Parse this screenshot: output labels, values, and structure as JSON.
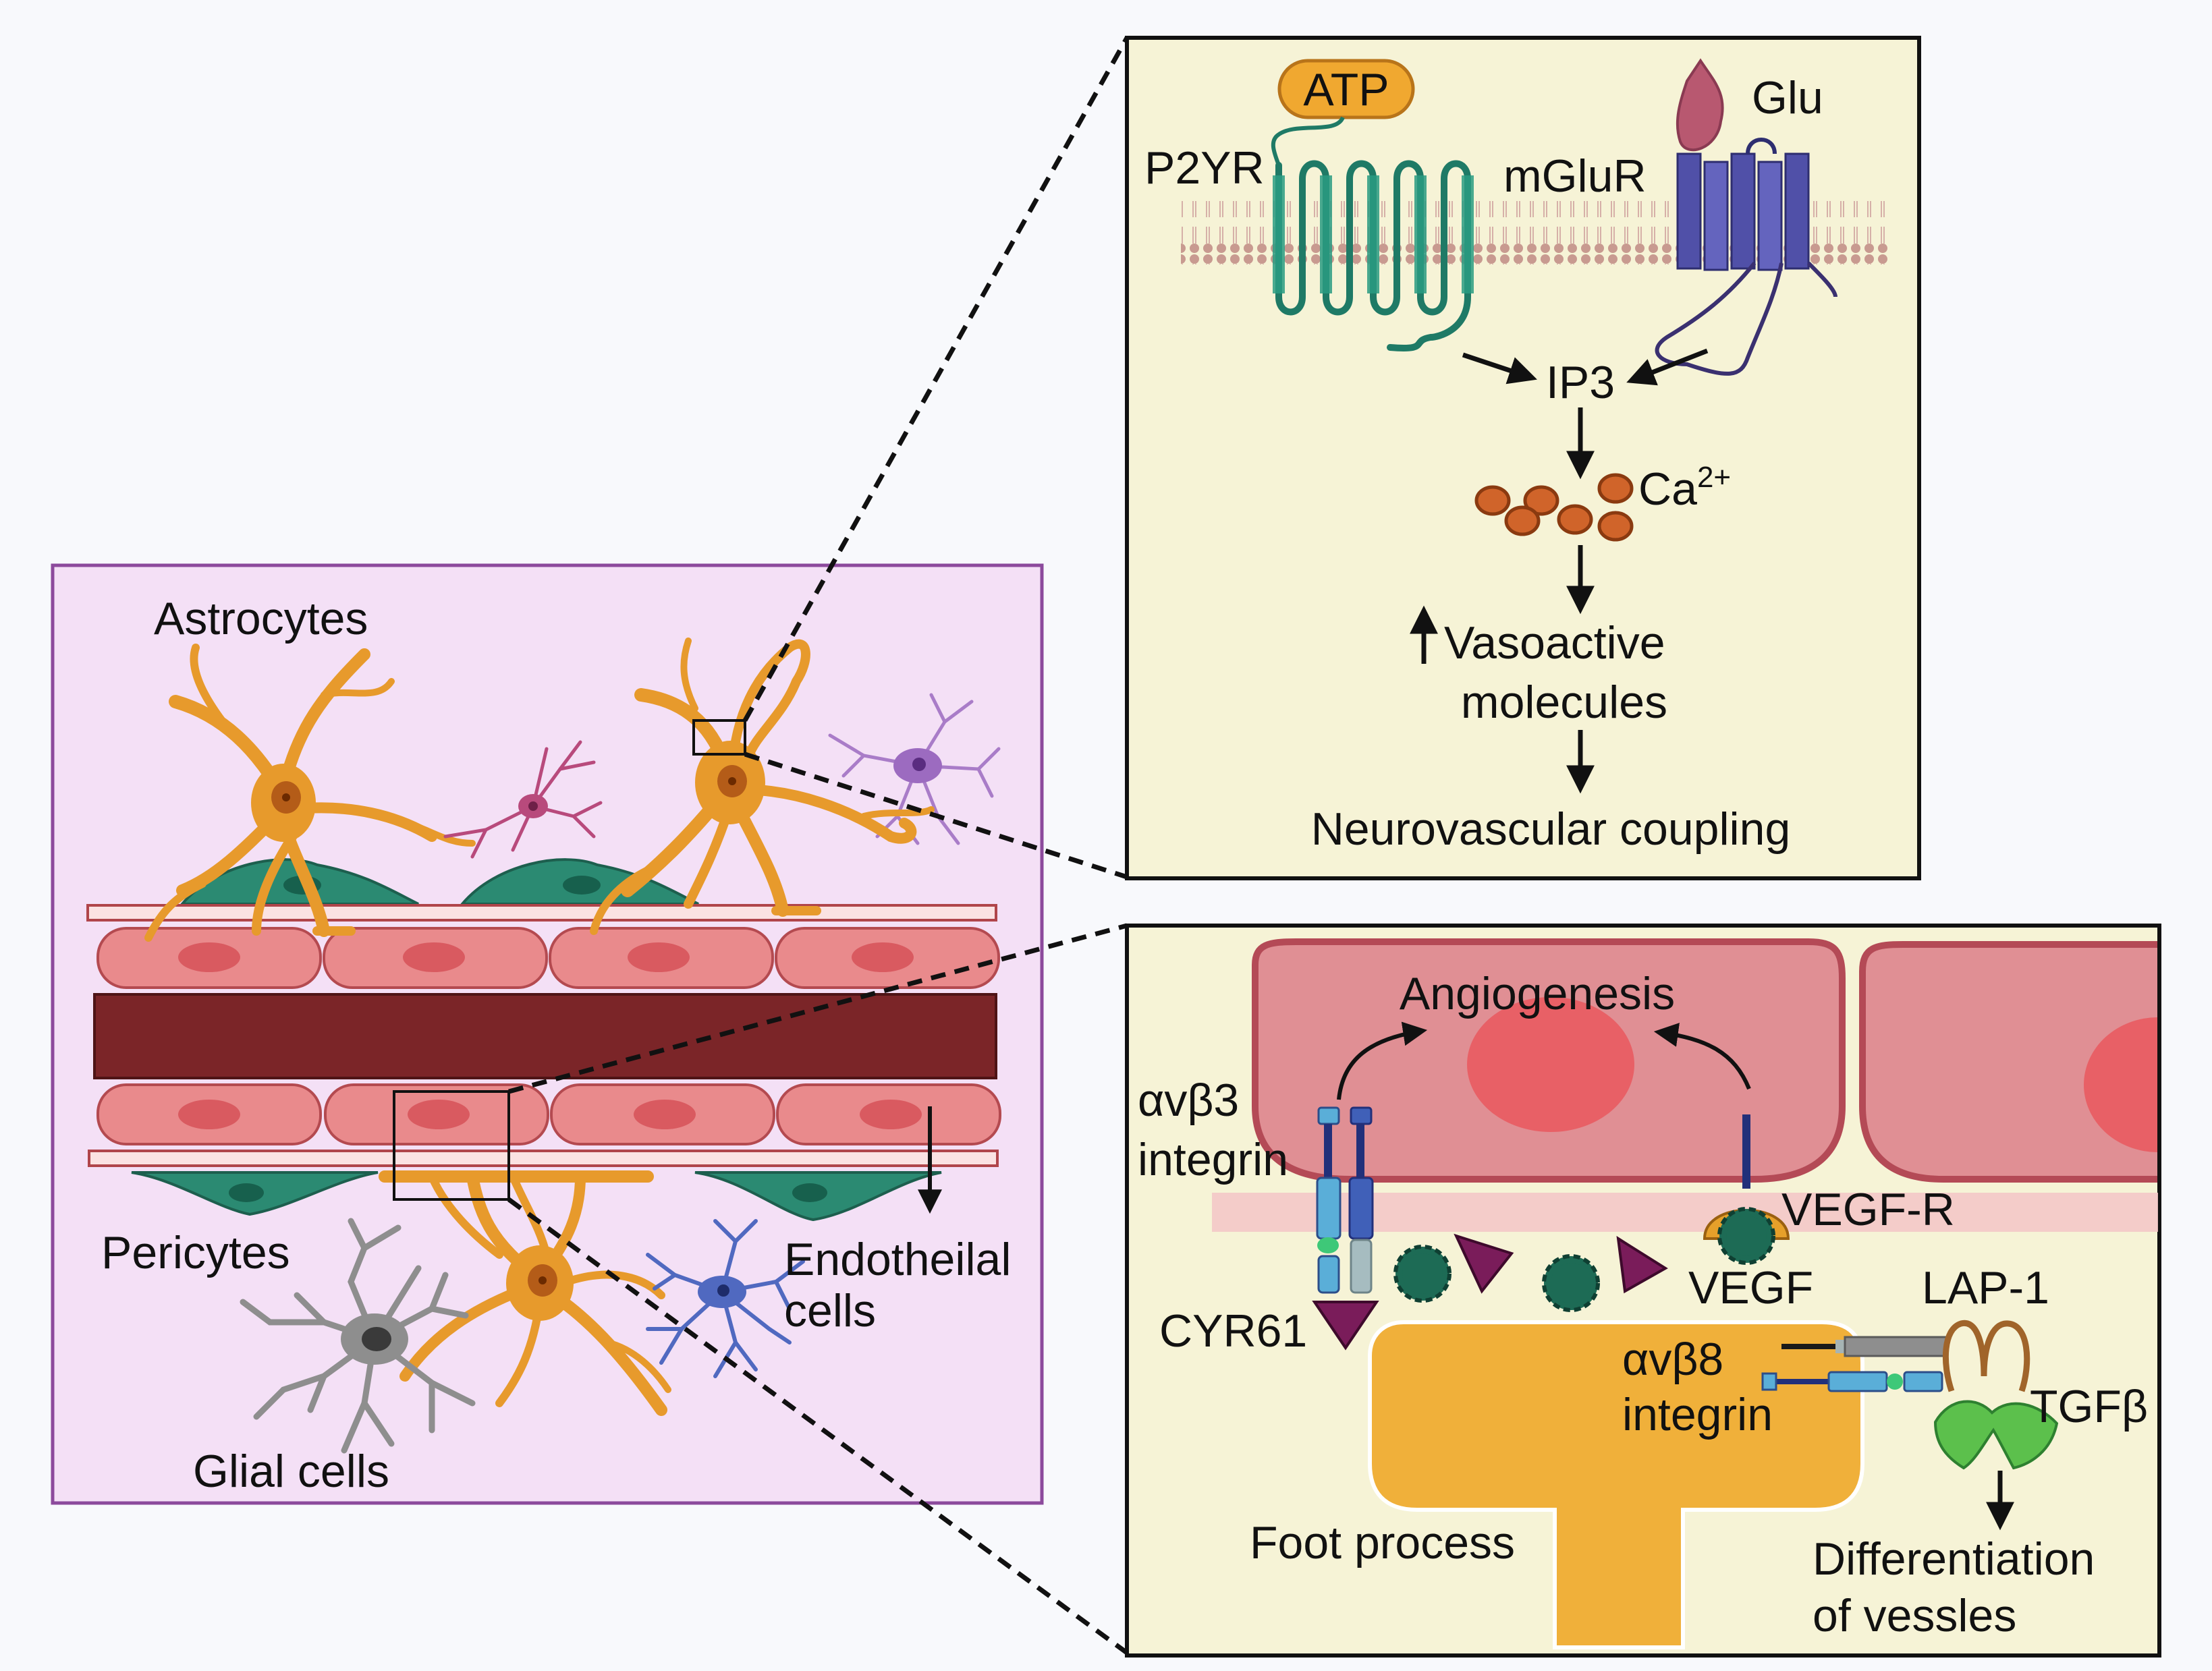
{
  "tissue": {
    "astrocytes": "Astrocytes",
    "pericytes": "Pericytes",
    "endothelial_line1": "Endotheilal",
    "endothelial_line2": "cells",
    "glial": "Glial cells"
  },
  "signaling": {
    "atp": "ATP",
    "glu": "Glu",
    "p2yr": "P2YR",
    "mglur": "mGluR",
    "ip3": "IP3",
    "ca": "Ca",
    "ca_charge": "2+",
    "vasoactive_line1": "Vasoactive",
    "vasoactive_line2": "molecules",
    "coupling": "Neurovascular coupling"
  },
  "angiogenesis": {
    "title": "Angiogenesis",
    "avb3_line1": "αvβ3",
    "avb3_line2": "integrin",
    "vegfr": "VEGF-R",
    "vegf": "VEGF",
    "cyr61": "CYR61",
    "lap1": "LAP-1",
    "avb8_line1": "αvβ8",
    "avb8_line2": "integrin",
    "tgfb": "TGFβ",
    "foot": "Foot process",
    "diff_line1": "Differentiation",
    "diff_line2": "of vessles"
  },
  "colors": {
    "tissue_bg": "#f4e0f6",
    "panel_bg": "#f6f3d6",
    "vessel_lumen": "#7b2528",
    "endothelial": "#e98a8c",
    "astrocyte": "#e79a2c",
    "pericyte": "#2b8a72",
    "p2yr": "#1f7a66",
    "mglur": "#5050a8",
    "calcium": "#d0642a",
    "foot_process": "#f0b03a",
    "tgfb": "#5cc04c"
  },
  "icons": [
    "astrocyte-cell",
    "pericyte-cell",
    "glial-cell",
    "microglia-cell",
    "atp-pill",
    "gpcr-receptor",
    "calcium-ion",
    "vegf-ligand",
    "cyr61-triangle",
    "lap1-loop",
    "tgfb-dimer"
  ]
}
